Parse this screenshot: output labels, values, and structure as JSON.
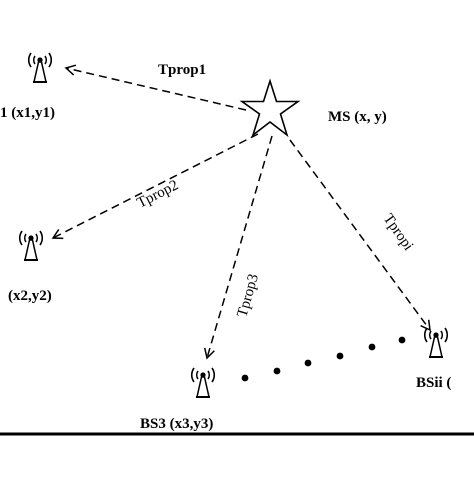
{
  "nodes": {
    "ms": {
      "label": "MS (x, y)"
    },
    "bs1": {
      "label": "1 (x1,y1)"
    },
    "bs2": {
      "label": "(x2,y2)"
    },
    "bs3": {
      "label": "BS3 (x3,y3)"
    },
    "bsi": {
      "label": "BSii ("
    }
  },
  "edges": {
    "tprop1": "Tprop1",
    "tprop2": "Tprop2",
    "tprop3": "Tprop3",
    "tpropi": "Tpropi"
  },
  "icons": {
    "mobile_station": "star-icon",
    "base_station": "antenna-tower-icon"
  }
}
